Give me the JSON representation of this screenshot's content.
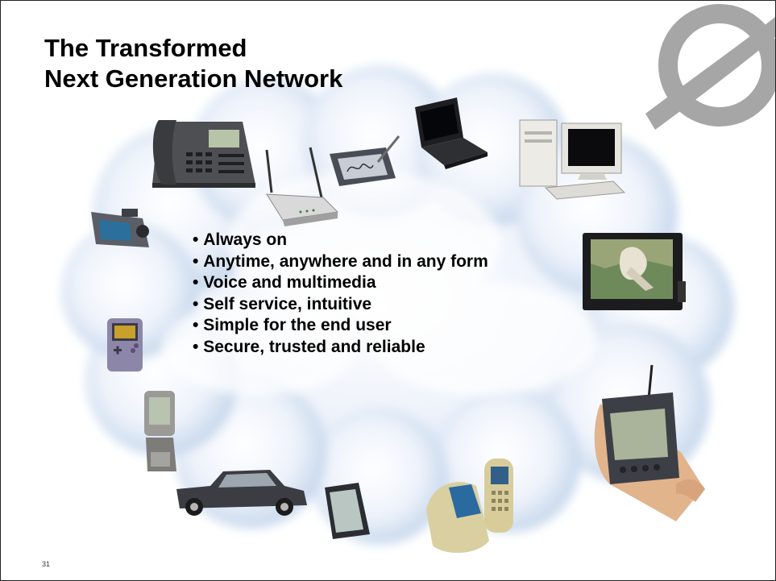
{
  "slide": {
    "title_lines": [
      "The Transformed",
      "Next Generation Network"
    ],
    "bullets": [
      "Always on",
      "Anytime, anywhere and in any form",
      "Voice and multimedia",
      "Self service, intuitive",
      "Simple for the end user",
      "Secure, trusted and reliable"
    ],
    "page_number": "31"
  },
  "colors": {
    "logo": "#a6a6a6",
    "cloud_light": "#ffffff",
    "cloud_shade": "#bcd0e8",
    "text": "#000000"
  },
  "icons": [
    "nortel-globe-logo-icon",
    "cloud-icon",
    "desk-phone-icon",
    "wireless-router-icon",
    "pen-tablet-icon",
    "laptop-icon",
    "desktop-computer-icon",
    "digital-camera-icon",
    "television-icon",
    "game-boy-icon",
    "flip-phone-icon",
    "car-icon",
    "e-book-reader-icon",
    "mobile-phones-icon",
    "pda-in-hand-icon"
  ]
}
